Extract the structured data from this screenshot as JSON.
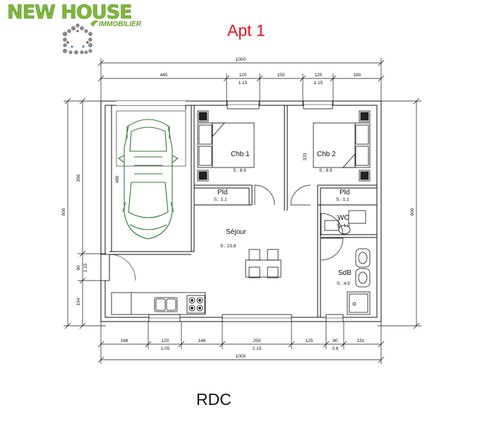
{
  "header": {
    "brand": "NEW HOUSE",
    "brand_sub": "IMMOBILIER",
    "apartment": "Apt 1"
  },
  "footer": {
    "level": "RDC"
  },
  "dimensions": {
    "top_total": "1000",
    "top_segments": [
      "445",
      "120",
      "155",
      "120",
      "180"
    ],
    "top_window_heights": [
      "1.15",
      "1.15"
    ],
    "bottom_segments": [
      "188",
      "120",
      "146",
      "250",
      "125",
      "80",
      "131"
    ],
    "bottom_sub": [
      "1.05",
      "2.15",
      "0.8"
    ],
    "bottom_total": "1000",
    "left_total": "600",
    "left_segments": [
      "356",
      "90",
      "154"
    ],
    "left_sub": "2.15",
    "right_total": "600",
    "garage_depth": "480",
    "bedroom_depth": "333"
  },
  "rooms": {
    "chb1": {
      "name": "Chb 1",
      "area": "S.: 8.9"
    },
    "chb2": {
      "name": "Chb 2",
      "area": "S.: 8.9"
    },
    "pld1": {
      "name": "Pld",
      "area": "S.: 1.1"
    },
    "pld2": {
      "name": "Pld",
      "area": "S.: 1.1"
    },
    "wc": {
      "name": "WC",
      "area": "S.: 1.9"
    },
    "sejour": {
      "name": "Séjour",
      "area": "S.: 23.8"
    },
    "sdb": {
      "name": "SdB",
      "area": "S.: 4.9"
    }
  },
  "colors": {
    "brand": "#7fb83a",
    "apt_title": "#e8141c",
    "car": "#2e7d32",
    "plan_line": "#111111"
  }
}
